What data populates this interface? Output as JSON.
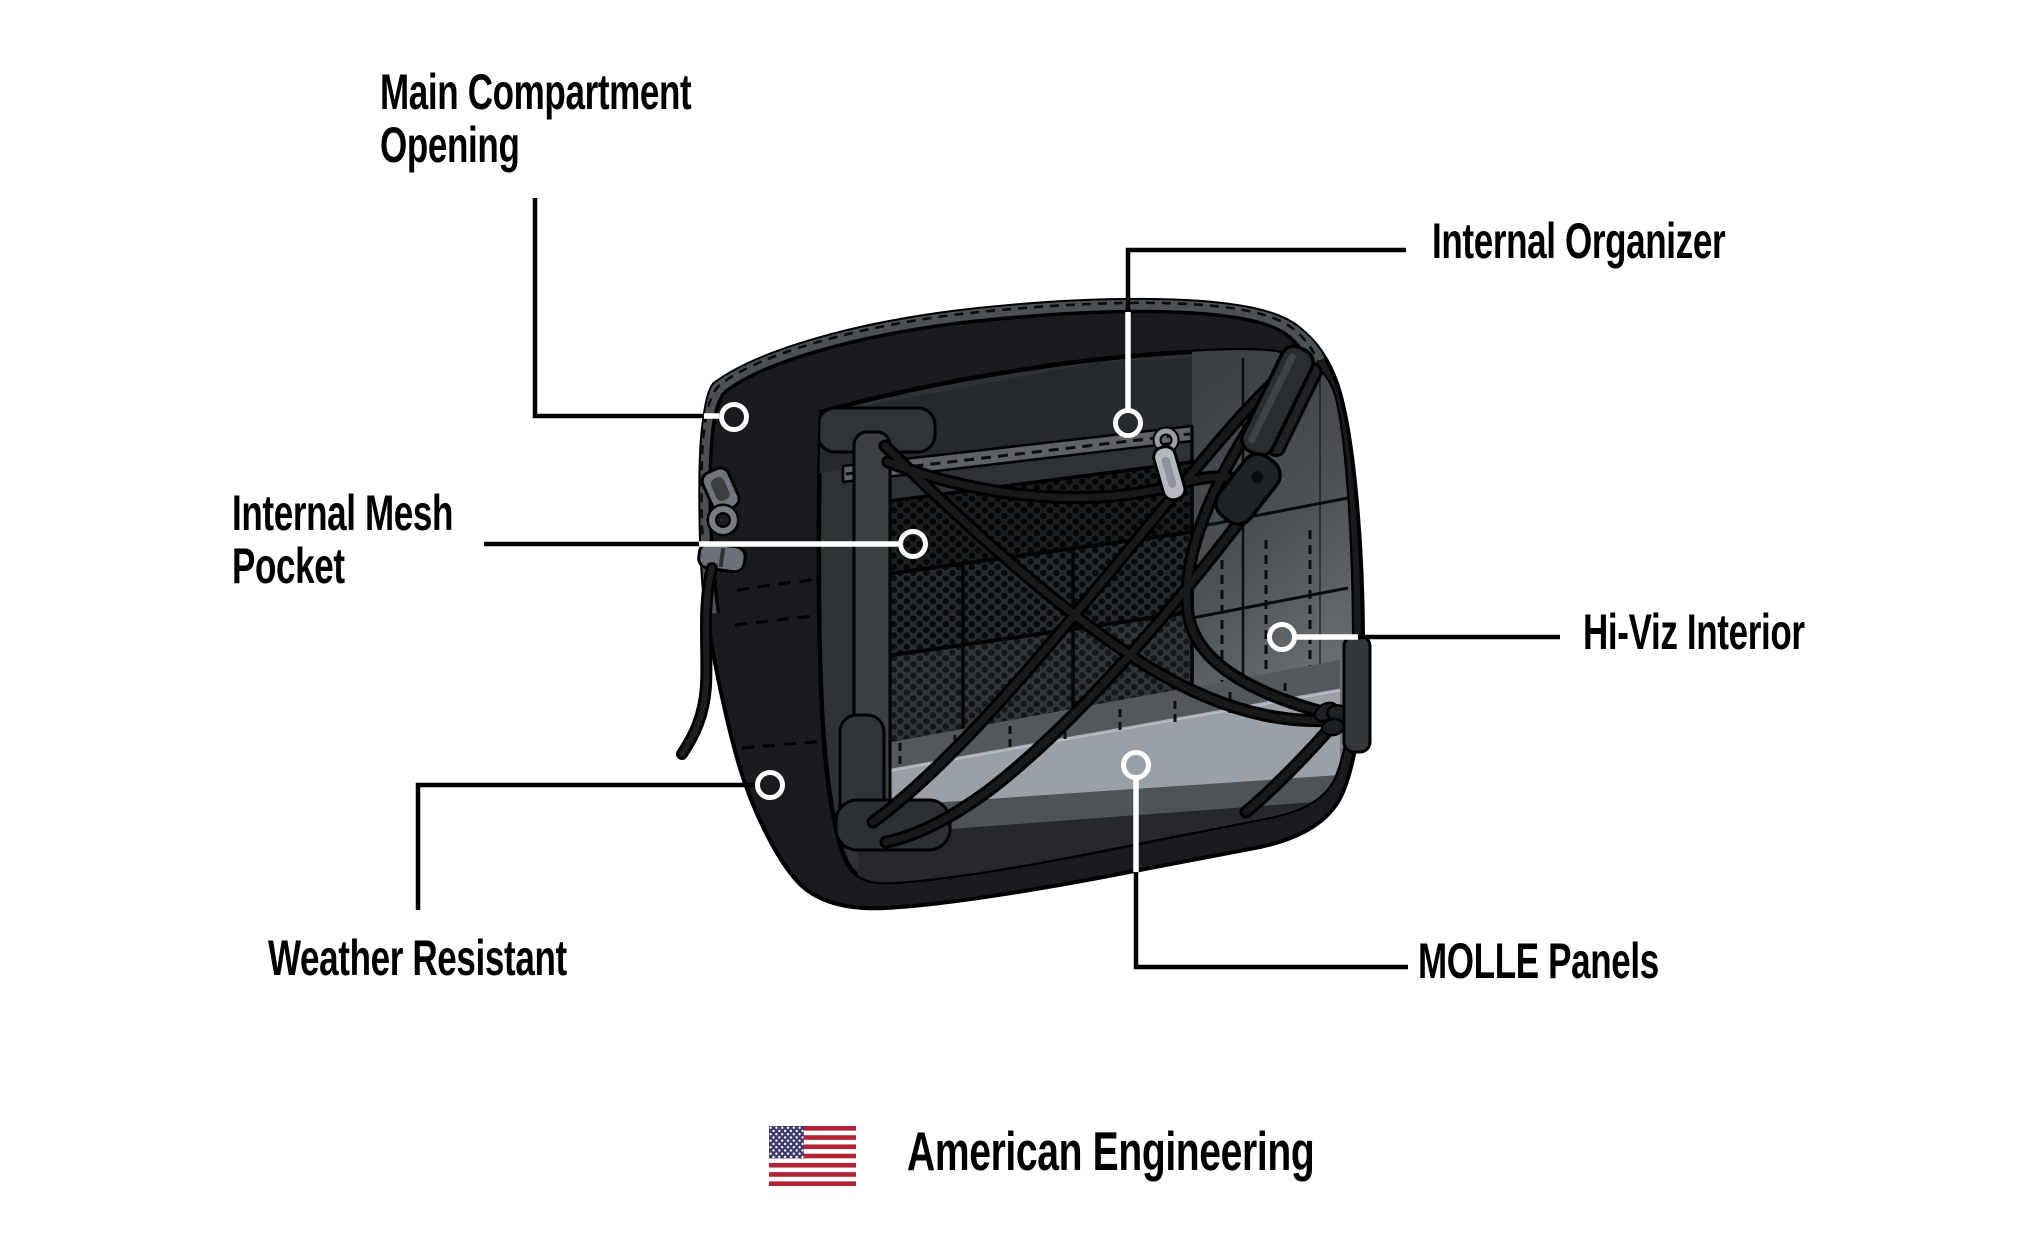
{
  "diagram": {
    "labels": {
      "main_compartment": {
        "text": "Main Compartment\nOpening"
      },
      "internal_organizer": {
        "text": "Internal Organizer"
      },
      "internal_mesh": {
        "text": "Internal Mesh\nPocket"
      },
      "hi_viz": {
        "text": "Hi-Viz Interior"
      },
      "weather": {
        "text": "Weather Resistant"
      },
      "molle": {
        "text": "MOLLE Panels"
      }
    },
    "footer": {
      "text": "American Engineering",
      "icon": "us-flag-icon"
    },
    "colors": {
      "background": "#ffffff",
      "label_text": "#000000",
      "leader_line": "#000000",
      "marker_ring": "#ffffff",
      "shell": "#191b1e",
      "interior": "#2e3135",
      "mesh": "#282b2e",
      "hi_viz_interior": "#99a0a6",
      "flag_red": "#B22234",
      "flag_blue": "#3C3B6E"
    }
  }
}
